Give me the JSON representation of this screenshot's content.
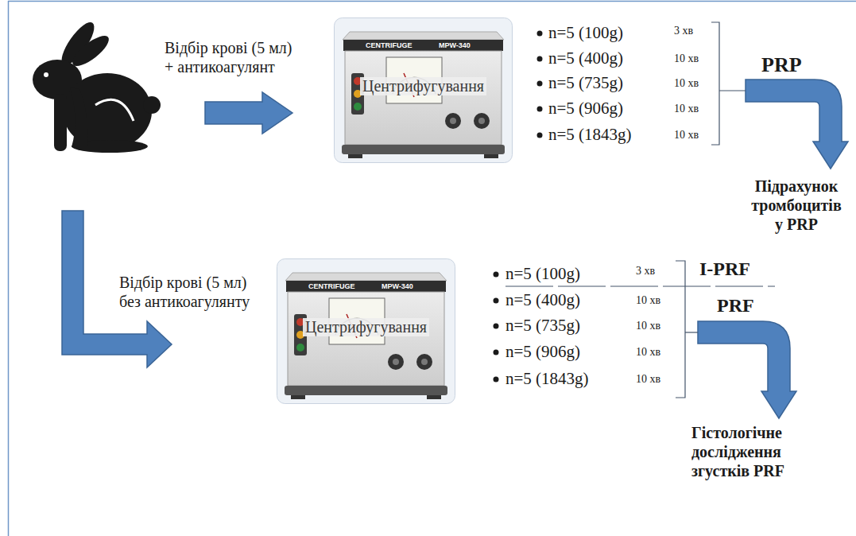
{
  "diagram": {
    "nodes": [
      {
        "text": [
          "CENTRIFUGE",
          "MPW-340",
          "Центрифугування"
        ]
      },
      {
        "text": [
          "CENTRIFUGE",
          "MPW-340",
          "Центрифугування"
        ]
      }
    ],
    "labels": [
      "Відбір крові (5 мл) + антикоагулянт",
      "n=5 (100g)",
      "3 хв",
      "n=5 (400g)",
      "10 хв",
      "n=5 (735g)",
      "10 хв",
      "n=5 (906g)",
      "10 хв",
      "n=5 (1843g)",
      "10 хв",
      "PRP",
      "Підрахунок тромбоцитів у PRP",
      "Відбір крові (5 мл) без антикоагулянту",
      "n=5 (100g)",
      "3 хв",
      "n=5 (400g)",
      "10 хв",
      "n=5 (735g)",
      "10 хв",
      "n=5 (906g)",
      "10 хв",
      "n=5 (1843g)",
      "10 хв",
      "I-PRF",
      "PRF",
      "Гістологічне дослідження згустків PRF"
    ]
  }
}
